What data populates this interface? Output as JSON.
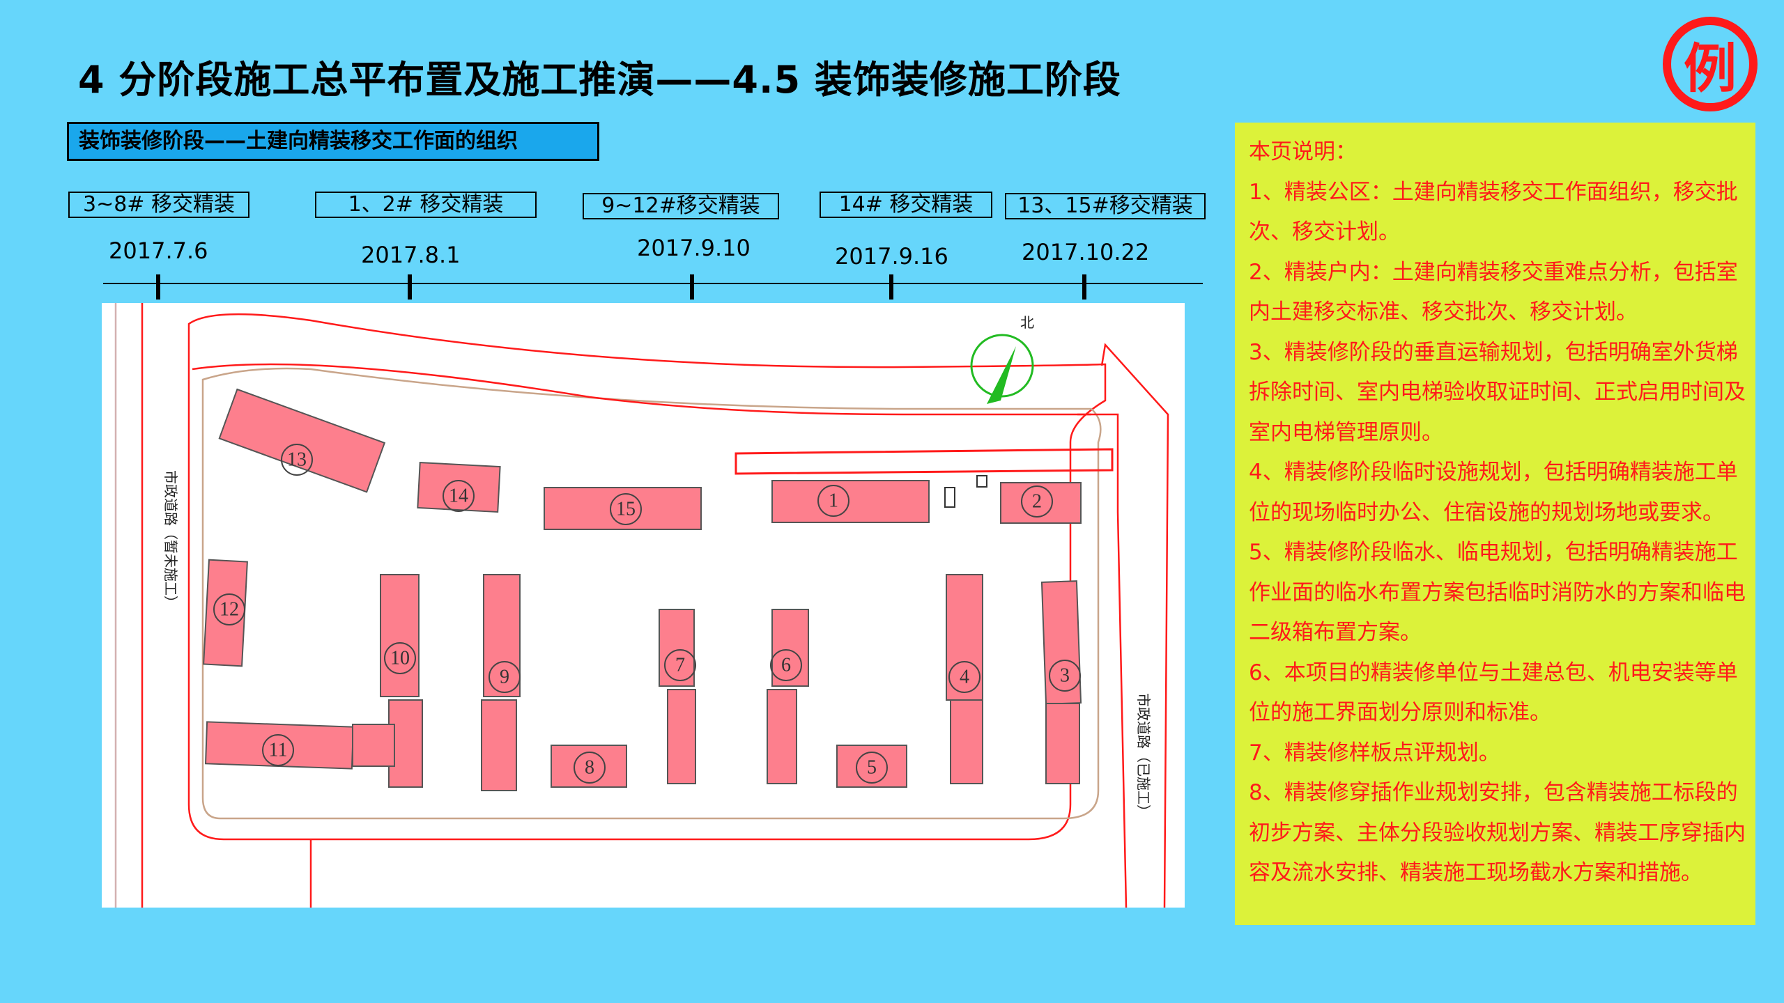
{
  "title": "4 分阶段施工总平布置及施工推演——4.5 装饰装修施工阶段",
  "example_badge": "例",
  "subtitle": "装饰装修阶段——土建向精装移交工作面的组织",
  "phases": [
    {
      "label": "3~8# 移交精装",
      "date": "2017.7.6"
    },
    {
      "label": "1、2# 移交精装",
      "date": "2017.8.1"
    },
    {
      "label": "9~12#移交精装",
      "date": "2017.9.10"
    },
    {
      "label": "14# 移交精装",
      "date": "2017.9.16"
    },
    {
      "label": "13、15#移交精装",
      "date": "2017.10.22"
    }
  ],
  "site_plan": {
    "roads": [
      "市政道路（暂未施工）",
      "市政道路（已施工）"
    ],
    "north_marker": "北",
    "buildings": [
      "13",
      "14",
      "15",
      "1",
      "2",
      "12",
      "10",
      "9",
      "7",
      "6",
      "4",
      "3",
      "11",
      "8",
      "5"
    ],
    "colors": {
      "building_fill": "#fd7f8d",
      "outline": "#ff1a1a",
      "compass": "#22bb22"
    }
  },
  "notes": {
    "heading": "本页说明：",
    "items": [
      "1、精装公区：土建向精装移交工作面组织，移交批次、移交计划。",
      "2、精装户内：土建向精装移交重难点分析，包括室内土建移交标准、移交批次、移交计划。",
      "3、精装修阶段的垂直运输规划，包括明确室外货梯拆除时间、室内电梯验收取证时间、正式启用时间及室内电梯管理原则。",
      "4、精装修阶段临时设施规划，包括明确精装施工单位的现场临时办公、住宿设施的规划场地或要求。",
      "5、精装修阶段临水、临电规划，包括明确精装施工作业面的临水布置方案包括临时消防水的方案和临电二级箱布置方案。",
      "6、本项目的精装修单位与土建总包、机电安装等单位的施工界面划分原则和标准。",
      "7、精装修样板点评规划。",
      "8、精装修穿插作业规划安排，包含精装施工标段的初步方案、主体分段验收规划方案、精装工序穿插内容及流水安排、精装施工现场截水方案和措施。"
    ]
  }
}
